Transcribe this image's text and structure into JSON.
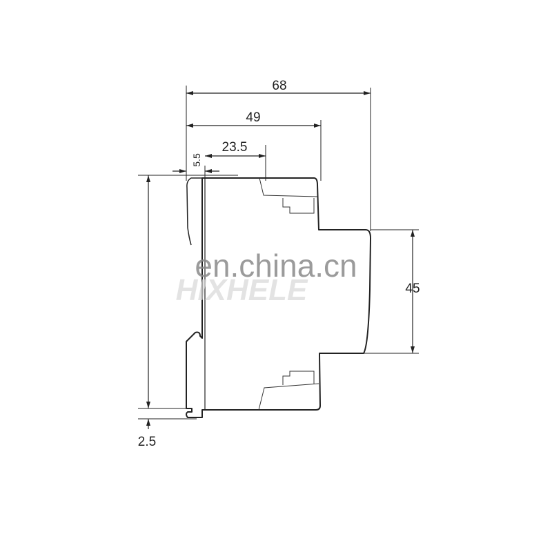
{
  "dimensions": {
    "overall_depth": "68",
    "depth_to_step": "49",
    "depth_to_terminal": "23.5",
    "rail_offset": "5.5",
    "front_width": "45",
    "rail_clip": "2.5"
  },
  "watermark": {
    "site": "en.china.cn",
    "brand": "HIXHELE"
  },
  "colors": {
    "line": "#222222",
    "watermark": "#8a8a8a"
  }
}
